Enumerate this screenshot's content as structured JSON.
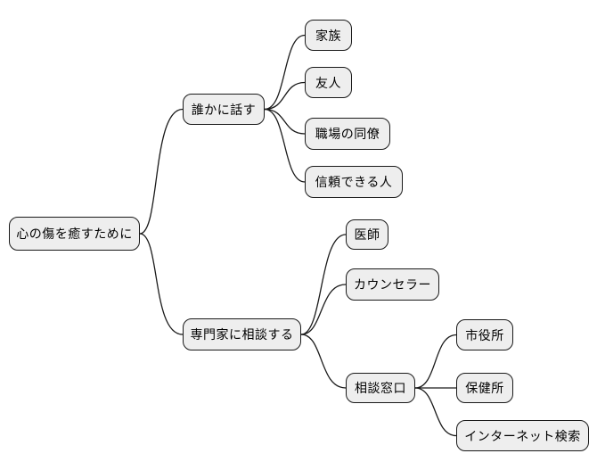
{
  "diagram": {
    "type": "mindmap",
    "direction": "left-to-right",
    "style": {
      "background": "#ffffff",
      "node_fill": "#eeeeee",
      "node_border": "#1a1a1a",
      "edge_color": "#1a1a1a",
      "text_color": "#000000"
    },
    "root": {
      "label": "心の傷を癒すために",
      "children": [
        {
          "label": "誰かに話す",
          "children": [
            {
              "label": "家族"
            },
            {
              "label": "友人"
            },
            {
              "label": "職場の同僚"
            },
            {
              "label": "信頼できる人"
            }
          ]
        },
        {
          "label": "専門家に相談する",
          "children": [
            {
              "label": "医師"
            },
            {
              "label": "カウンセラー"
            },
            {
              "label": "相談窓口",
              "children": [
                {
                  "label": "市役所"
                },
                {
                  "label": "保健所"
                },
                {
                  "label": "インターネット検索"
                }
              ]
            }
          ]
        }
      ]
    }
  }
}
